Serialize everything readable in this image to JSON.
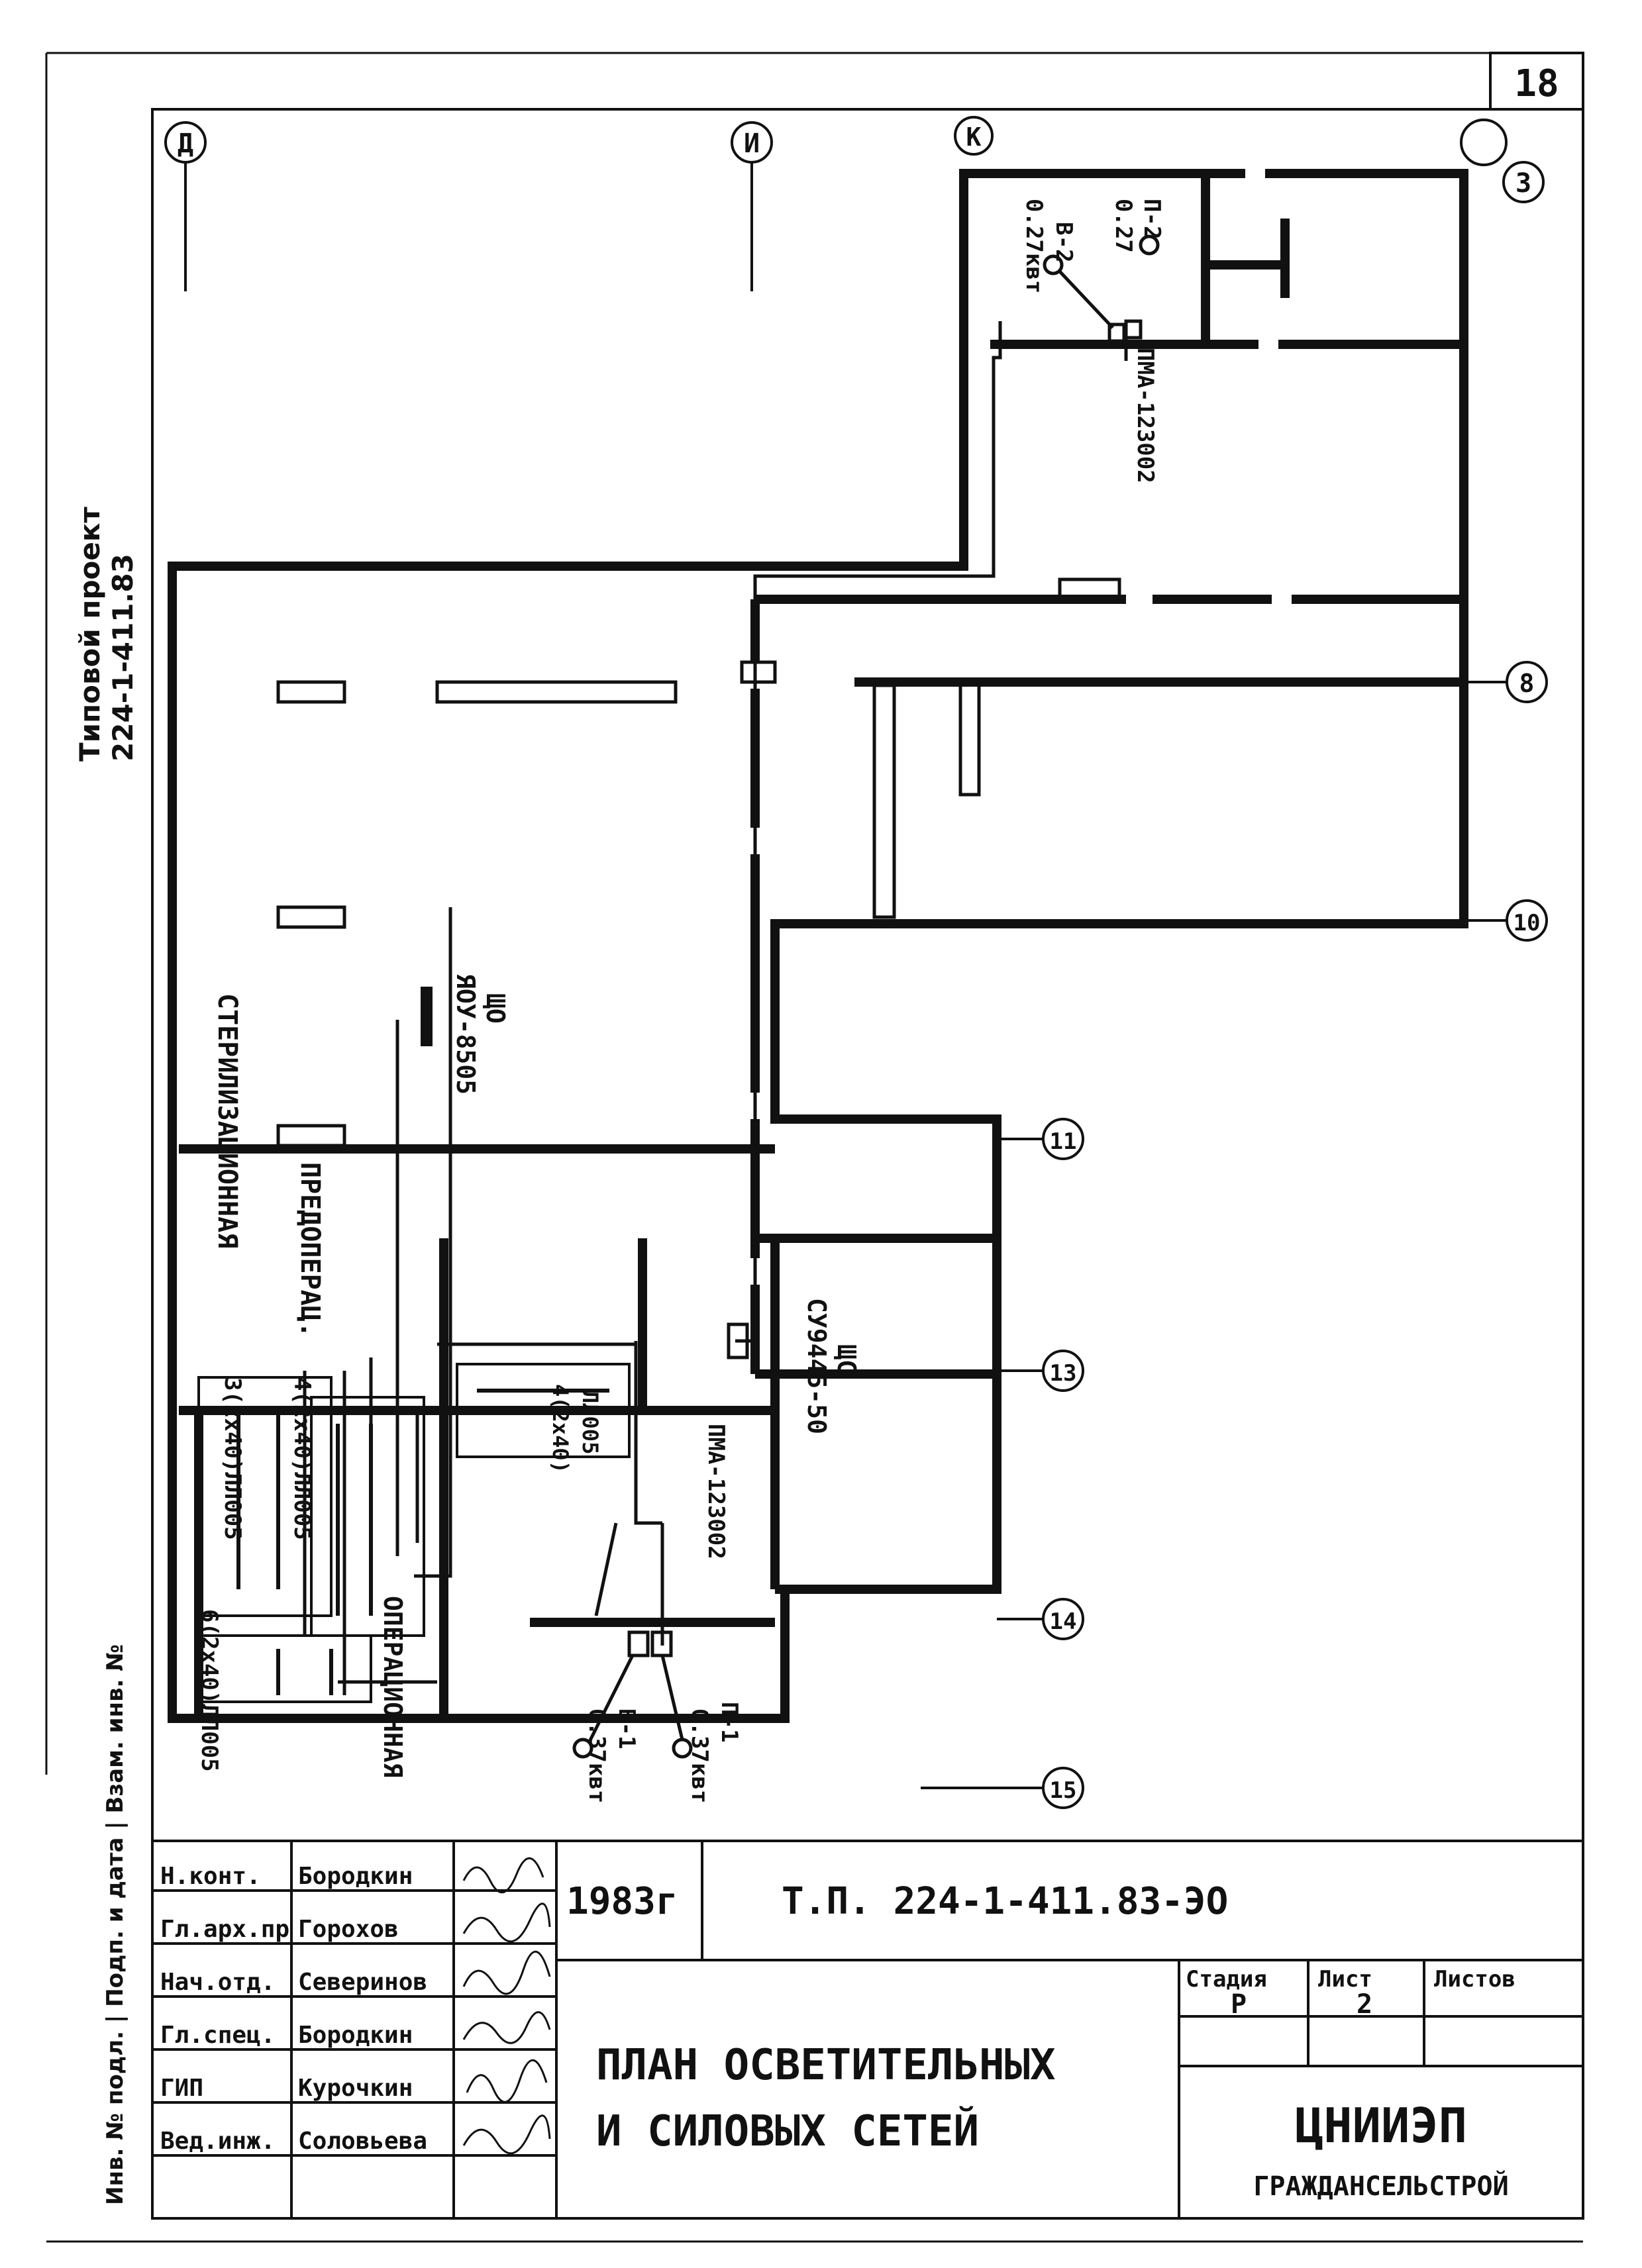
{
  "sheet_number": "18",
  "margin_label": {
    "line1": "Типовой проект",
    "line2": "224-1-411.83"
  },
  "left_strip_label": "Инв. № подл. | Подп. и дата | Взам. инв. №",
  "axes": {
    "top": [
      "Д",
      "И",
      "К",
      "3"
    ],
    "right": [
      "8",
      "10",
      "11",
      "13",
      "14",
      "15"
    ]
  },
  "rooms": {
    "sterilization": "СТЕРИЛИЗАЦИОННАЯ",
    "preop": "ПРЕДОПЕРАЦ.",
    "operating": "ОПЕРАЦИОННАЯ"
  },
  "equipment": {
    "shchs_name": "ЩС",
    "shchs_type": "СУ9445-50",
    "shcho_name": "ЩО",
    "shcho_type": "ЯОУ-8505",
    "pma_top": "ПМА-123002",
    "pma_mid": "ПМА-123002",
    "p2": "П-2",
    "p2_power": "0.27",
    "v2": "В-2",
    "v2_power": "0.27квт",
    "p1": "П-1",
    "p1_power": "0.37квт",
    "v1": "В-1",
    "v1_power": "0.37квт",
    "lamp_3": "3(2x40)ЛЛ005",
    "lamp_4": "4(2x40)ЛЛ005",
    "lamp_6": "6(2x40)ЛЛ005",
    "lamp_ceiling": "4(2x40)",
    "lamp_ceiling_type": "ЛЛ005"
  },
  "title_block": {
    "staff": [
      {
        "role": "Н.конт.",
        "name": "Бородкин"
      },
      {
        "role": "Гл.арх.пр",
        "name": "Горохов"
      },
      {
        "role": "Нач.отд.",
        "name": "Северинов"
      },
      {
        "role": "Гл.спец.",
        "name": "Бородкин"
      },
      {
        "role": "ГИП",
        "name": "Курочкин"
      },
      {
        "role": "Вед.инж.",
        "name": "Соловьева"
      }
    ],
    "year": "1983г",
    "code": "Т.П. 224-1-411.83-ЭО",
    "title_line1": "ПЛАН ОСВЕТИТЕЛЬНЫХ",
    "title_line2": "И СИЛОВЫХ СЕТЕЙ",
    "stage_label": "Стадия",
    "sheet_label": "Лист",
    "sheets_label": "Листов",
    "stage": "Р",
    "sheet": "2",
    "sheets": "",
    "org": "ЦНИИЭП",
    "org_sub": "ГРАЖДАНСЕЛЬСТРОЙ"
  }
}
